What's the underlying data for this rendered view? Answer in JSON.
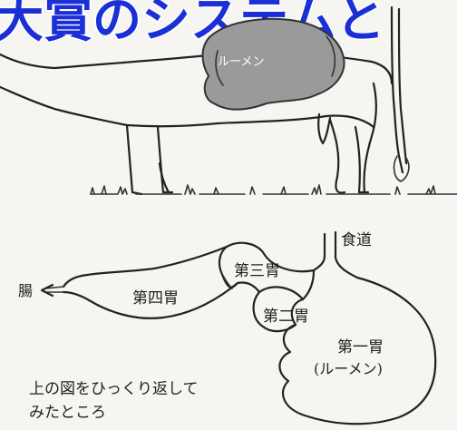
{
  "banner": {
    "title": "大賞のシステムと"
  },
  "cow": {
    "rumen_label": "ルーメン"
  },
  "stomach": {
    "esophagus": "食道",
    "intestine": "腸",
    "third": "第三胃",
    "fourth": "第四胃",
    "second": "第二胃",
    "first": "第一胃",
    "first_sub": "(ルーメン)"
  },
  "caption": {
    "line1": "上の図をひっくり返して",
    "line2": "みたところ"
  }
}
